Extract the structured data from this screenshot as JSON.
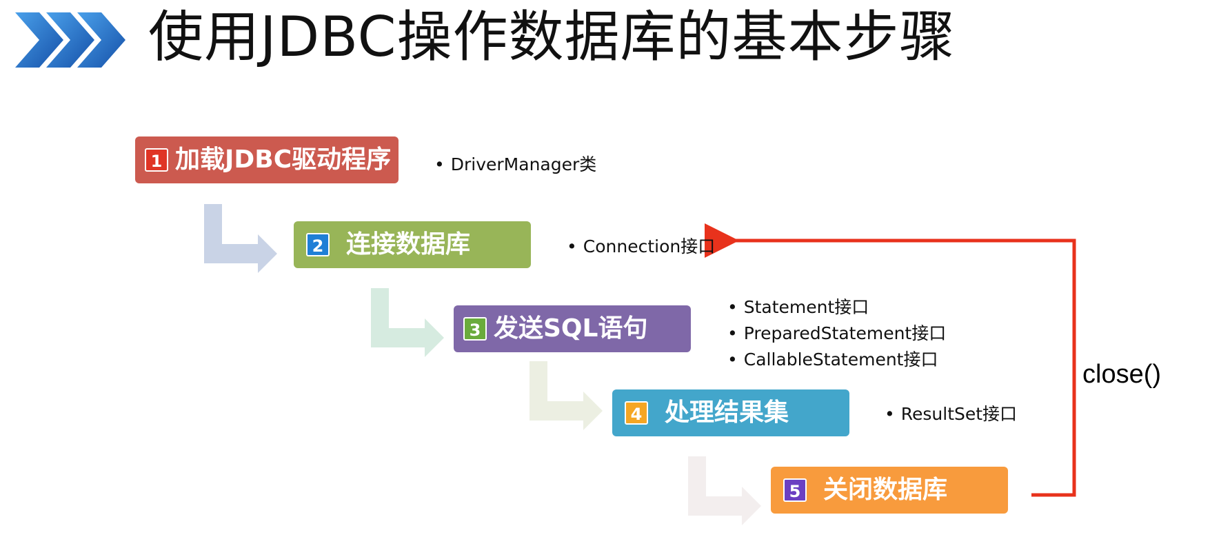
{
  "title": "使用JDBC操作数据库的基本步骤",
  "colors": {
    "title_arrow": "#1f5fb8",
    "close_arrow": "#e8321c",
    "step1": "#cc5a4f",
    "step2": "#98b558",
    "step3": "#7f68a8",
    "step4": "#43a6cb",
    "step5": "#f89b3d"
  },
  "steps": [
    {
      "num": "1",
      "label": "加载JDBC驱动程序",
      "color": "#cc5a4f",
      "num_color": "#e03525"
    },
    {
      "num": "2",
      "label": "连接数据库",
      "color": "#98b558",
      "num_color": "#1f7fd6"
    },
    {
      "num": "3",
      "label": "发送SQL语句",
      "color": "#7f68a8",
      "num_color": "#6aab3c"
    },
    {
      "num": "4",
      "label": "处理结果集",
      "color": "#43a6cb",
      "num_color": "#f5a623"
    },
    {
      "num": "5",
      "label": "关闭数据库",
      "color": "#f89b3d",
      "num_color": "#6b3fc2"
    }
  ],
  "bullets": [
    {
      "items": [
        "DriverManager类"
      ]
    },
    {
      "items": [
        "Connection接口"
      ]
    },
    {
      "items": [
        "Statement接口",
        "PreparedStatement接口",
        "CallableStatement接口"
      ]
    },
    {
      "items": [
        "ResultSet接口"
      ]
    }
  ],
  "close_label": "close()"
}
